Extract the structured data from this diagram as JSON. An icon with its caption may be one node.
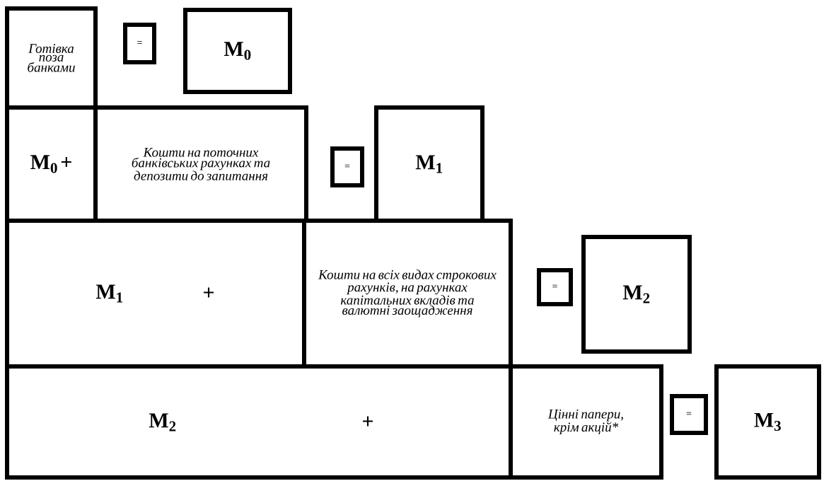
{
  "diagram": {
    "nodes": [
      {
        "text": [
          "Готівка поза банками"
        ]
      },
      {
        "text": [
          "="
        ]
      },
      {
        "text": [
          "M$_{0}$"
        ]
      },
      {
        "text": [
          "M$_{0}$ +"
        ]
      },
      {
        "text": [
          "Кошти на поточних банківських рахунках та депозити до запитання"
        ]
      },
      {
        "text": [
          "="
        ]
      },
      {
        "text": [
          "M$_{1}$"
        ]
      },
      {
        "text": [
          "M$_{1}$",
          "+"
        ]
      },
      {
        "text": [
          "Кошти на всіх видах строкових рахунків, на рахунках капітальних вкладів та валютні заощадження"
        ]
      },
      {
        "text": [
          "="
        ]
      },
      {
        "text": [
          "M$_{2}$"
        ]
      },
      {
        "text": [
          "M$_{2}$",
          "+"
        ]
      },
      {
        "text": [
          "Цінні папери, крім акцій*"
        ]
      },
      {
        "text": [
          "="
        ]
      },
      {
        "text": [
          "M$_{3}$"
        ]
      }
    ]
  }
}
